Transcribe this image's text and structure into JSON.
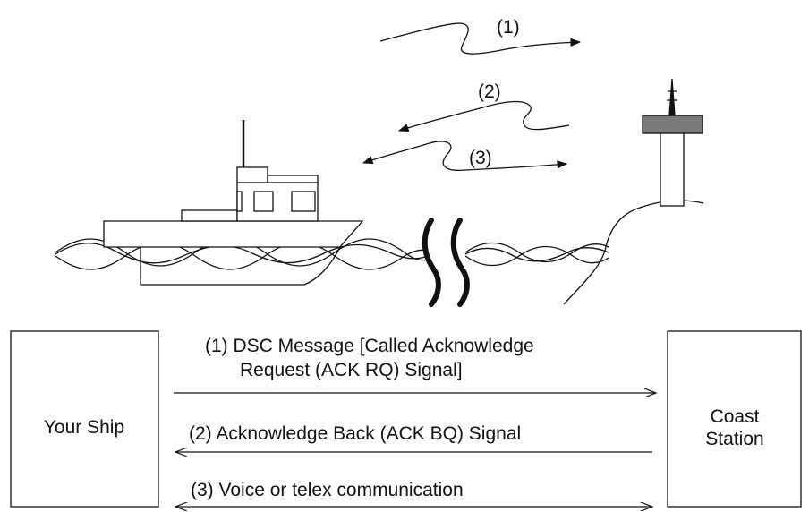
{
  "illustration": {
    "wave_labels": [
      "(1)",
      "(2)",
      "(3)"
    ]
  },
  "ship_box": {
    "label": "Your Ship"
  },
  "station_box": {
    "label_line1": "Coast",
    "label_line2": "Station"
  },
  "signals": [
    {
      "line1": "(1) DSC Message [Called Acknowledge",
      "line2": "Request (ACK RQ) Signal]",
      "direction": "to-station"
    },
    {
      "line1": "(2) Acknowledge Back (ACK BQ) Signal",
      "direction": "to-ship"
    },
    {
      "line1": "(3) Voice or telex communication",
      "direction": "both"
    }
  ],
  "colors": {
    "ink": "#111111",
    "tower_cap": "#7a7a7a"
  }
}
